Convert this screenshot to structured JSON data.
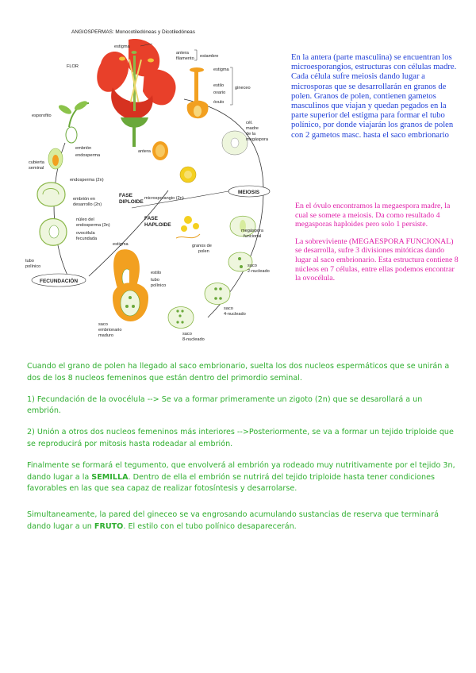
{
  "figure": {
    "title": "ANGIOSPERMAS: Monocotiledóneas y Dicotiledóneas",
    "labels": {
      "flor": "FLOR",
      "estigma_top": "estigma",
      "antera_top": "antera",
      "filamento": "filamento",
      "estambre": "estambre",
      "estigma_right": "estigma",
      "estilo_right": "estilo",
      "ovario": "ovario",
      "ovulo": "óvulo",
      "gineceo": "gineceo",
      "esporofito": "esporofito",
      "cel_madre_1": "cél.",
      "cel_madre_2": "madre",
      "cel_madre_3": "de la",
      "cel_madre_4": "megáspora",
      "embrion": "embrión",
      "endosperma": "endosperma",
      "antera_mid": "antera",
      "cubierta_1": "cubierta",
      "cubierta_2": "seminal",
      "microsporangio": "microsporangio (2n)",
      "endosperma_2n": "endosperma (2n)",
      "embrion_des_1": "embrión en",
      "embrion_des_2": "desarrollo (2n)",
      "fase_diploide_1": "FASE",
      "fase_diploide_2": "DIPLOIDE",
      "meiosis": "MEIOSIS",
      "nucleo_1": "núleo del",
      "nucleo_2": "endosperma (3n)",
      "ovocelula_1": "ovocélula",
      "ovocelula_2": "fecundada",
      "fase_haploide_1": "FASE",
      "fase_haploide_2": "HAPLOIDE",
      "megaspora_1": "megáspora",
      "megaspora_2": "funcional",
      "granos_1": "granos de",
      "granos_2": "polen",
      "estigma_low": "estigma",
      "tubo_1": "tubo",
      "tubo_2": "polínico",
      "fecundacion": "FECUNDACIÓN",
      "estilo_low": "estilo",
      "tubo_low_1": "tubo",
      "tubo_low_2": "polínico",
      "saco2_1": "saco",
      "saco2_2": "2-nucleado",
      "saco4_1": "saco",
      "saco4_2": "4-nucleado",
      "sacoemb_1": "saco",
      "sacoemb_2": "embrionario",
      "sacoemb_3": "maduro",
      "saco8_1": "saco",
      "saco8_2": "8-nucleado"
    }
  },
  "blue_text": "En la antera  (parte masculina) se encuentran los microesporangios, estructuras con células madre. Cada célula sufre meiosis dando lugar a microsporas que se desarrollarán en granos de polen. Granos de polen, contienen gametos masculinos que viajan y quedan pegados en la parte superior del estigma para formar el tubo polínico, por donde viajarán los granos de polen con 2 gametos masc. hasta el saco embrionario",
  "magenta": {
    "p1": "En el óvulo encontramos la megaespora madre, la cual se somete a meiosis. Da como resultado 4 megasporas haploides pero solo 1 persiste.",
    "p2": "La sobreviviente (MEGAESPORA FUNCIONAL) se desarrolla, sufre 3 divisiones mitóticas dando lugar al saco embrionario. Esta estructura contiene 8 núcleos en 7 células, entre ellas podemos encontrar la ovocélula."
  },
  "green": {
    "p1": "Cuando el grano de polen ha llegado al saco embrionario, suelta los dos nucleos espermáticos que se unirán a dos de los 8 nucleos femeninos que están dentro del primordio seminal.",
    "p2": "1) Fecundación de la ovocélula --> Se va a formar primeramente un zigoto (2n) que se desarollará a un embrión.",
    "p3": "2) Unión a otros dos nucleos femeninos más interiores -->Posteriormente, se va a formar un tejido triploide que se reproducirá por mitosis hasta rodeadar al embrión.",
    "p4a": "Finalmente se formará el tegumento, que envolverá al embrión ya rodeado muy nutritivamente por el tejido 3n, dando lugar a la ",
    "p4b": "SEMILLA",
    "p4c": ". Dentro de ella el embrión se nutrirá del tejido triploide hasta tener condiciones favorables en las que sea capaz de realizar fotosíntesis y desarrolarse.",
    "p5a": "Simultaneamente, la pared del gineceo se va engrosando acumulando sustancias de reserva que terminará dando lugar a un ",
    "p5b": "FRUTO",
    "p5c": ". El estilo con el tubo polínico desaparecerán."
  },
  "colors": {
    "blue": "#1f3fd6",
    "magenta": "#e01ea8",
    "green": "#2fae2f",
    "petal": "#e8402a",
    "ovary": "#f2a020",
    "pale_green": "#bfe08a",
    "yellow": "#f4d020"
  }
}
